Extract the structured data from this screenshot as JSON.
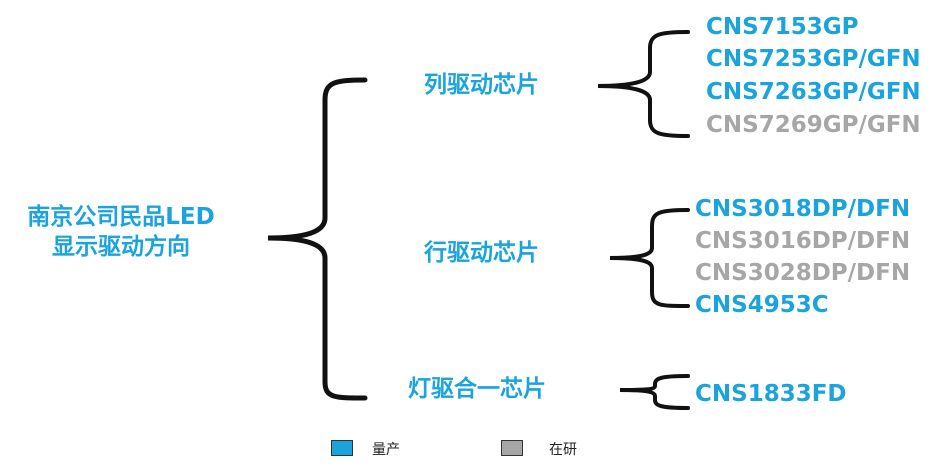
{
  "root": {
    "line1": "南京公司民品LED",
    "line2": "显示驱动方向"
  },
  "categories": [
    {
      "label": "列驱动芯片",
      "parts": [
        {
          "name": "CNS7153GP",
          "status": "mass"
        },
        {
          "name": "CNS7253GP/GFN",
          "status": "mass"
        },
        {
          "name": "CNS7263GP/GFN",
          "status": "mass"
        },
        {
          "name": "CNS7269GP/GFN",
          "status": "rnd"
        }
      ]
    },
    {
      "label": "行驱动芯片",
      "parts": [
        {
          "name": "CNS3018DP/DFN",
          "status": "mass"
        },
        {
          "name": "CNS3016DP/DFN",
          "status": "rnd"
        },
        {
          "name": "CNS3028DP/DFN",
          "status": "rnd"
        },
        {
          "name": "CNS4953C",
          "status": "mass"
        }
      ]
    },
    {
      "label": "灯驱合一芯片",
      "parts": [
        {
          "name": "CNS1833FD",
          "status": "mass"
        }
      ]
    }
  ],
  "legend": [
    {
      "label": "量产",
      "color": "#1aa3dc"
    },
    {
      "label": "在研",
      "color": "#a6a6a8"
    }
  ]
}
